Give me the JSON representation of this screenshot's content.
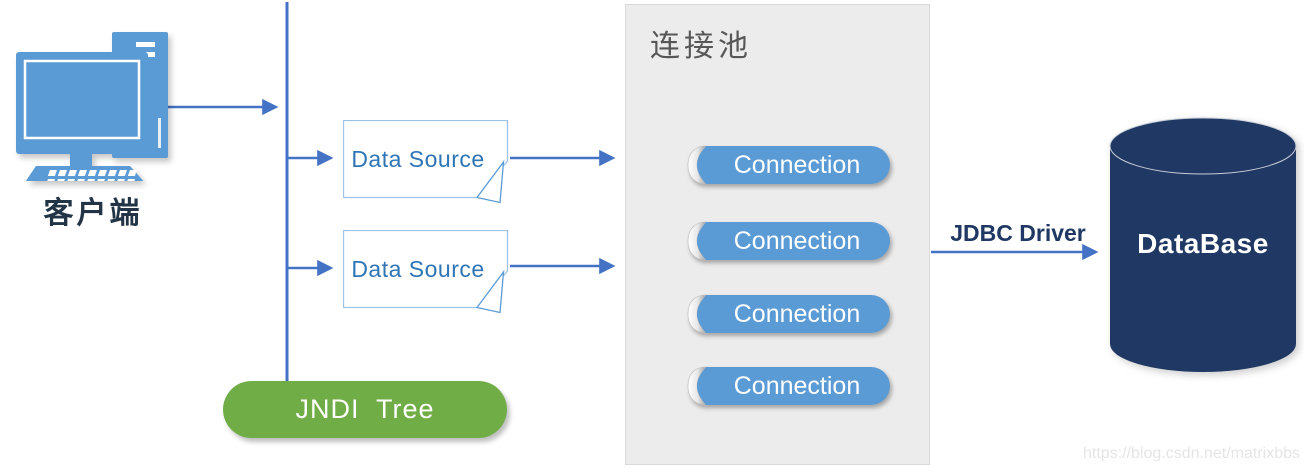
{
  "client": {
    "label": "客户端",
    "icon": "desktop-computer-icon"
  },
  "datasources": {
    "items": [
      {
        "label": "Data Source"
      },
      {
        "label": "Data Source"
      }
    ]
  },
  "pool": {
    "title": "连接池",
    "connections": [
      {
        "label": "Connection"
      },
      {
        "label": "Connection"
      },
      {
        "label": "Connection"
      },
      {
        "label": "Connection"
      }
    ]
  },
  "jndi": {
    "label": "JNDI  Tree"
  },
  "jdbc": {
    "label": "JDBC Driver"
  },
  "database": {
    "label": "DataBase"
  },
  "watermark": {
    "text": "https://blog.csdn.net/matrixbbs"
  },
  "colors": {
    "connector_blue": "#4472c4",
    "shape_blue": "#5b9bd5",
    "datasource_border": "#9dc3e6",
    "datasource_text": "#2e75b6",
    "jndi_green": "#70ad47",
    "database_navy": "#1f3864",
    "pool_background": "#ececec",
    "pool_title_gray": "#575757"
  }
}
